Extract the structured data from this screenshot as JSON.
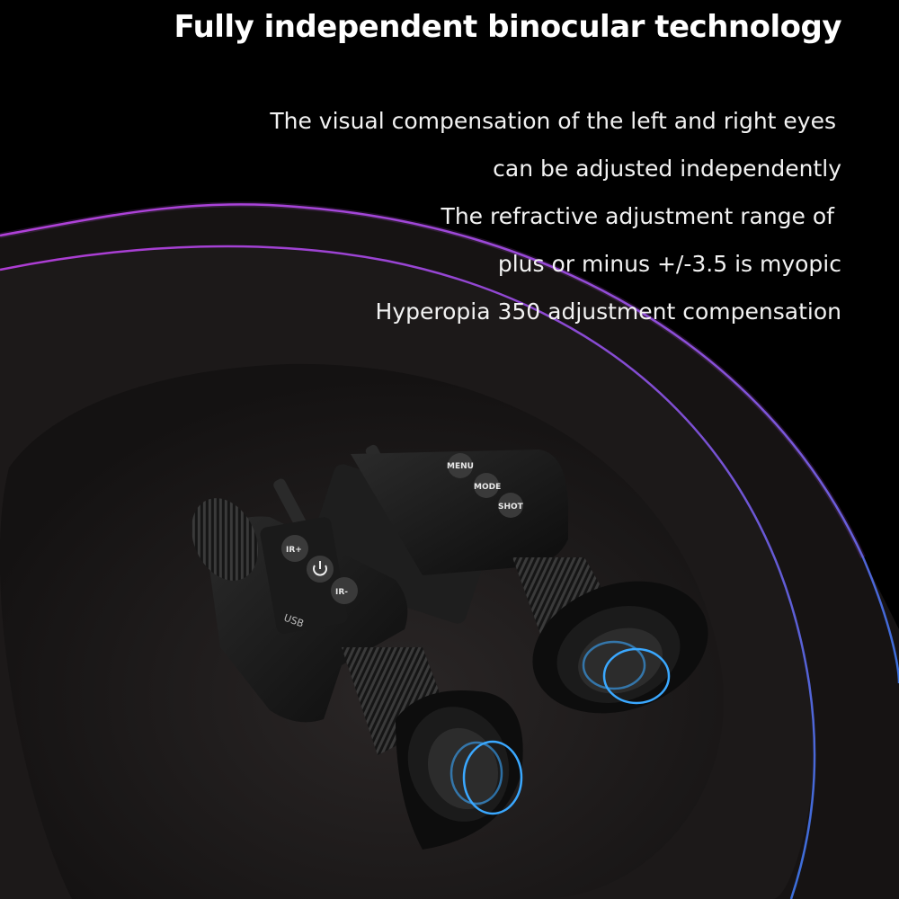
{
  "headline": "Fully independent binocular technology",
  "description": [
    "The visual compensation of the left and right eyes",
    "can be adjusted independently",
    "The refractive adjustment range of",
    "plus or minus +/-3.5 is myopic",
    "Hyperopia 350 adjustment compensation"
  ],
  "device": {
    "right_buttons": [
      "MENU",
      "MODE",
      "SHOT"
    ],
    "left_buttons": [
      "IR+",
      "power",
      "IR-"
    ],
    "port_label": "USB"
  },
  "colors": {
    "background": "#000000",
    "arc_purple": "#b040e0",
    "arc_blue": "#4a7ae8",
    "lens_ring": "#3aa8ff"
  }
}
